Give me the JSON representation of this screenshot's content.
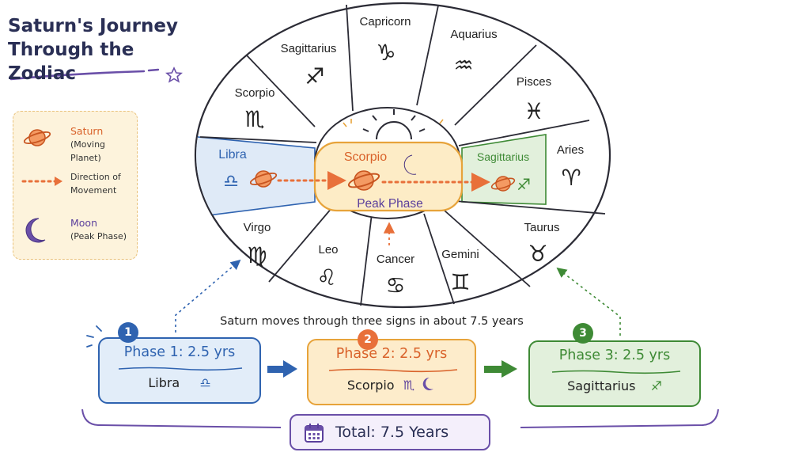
{
  "title": [
    "Saturn's Journey",
    "Through the Zodiac"
  ],
  "legend": {
    "saturn_name": "Saturn",
    "saturn_desc": "(Moving Planet)",
    "direction_line1": "Direction of",
    "direction_line2": "Movement",
    "moon_name": "Moon",
    "moon_desc": "(Peak Phase)"
  },
  "wheel": {
    "signs": [
      {
        "name": "Capricorn",
        "glyph": "♑"
      },
      {
        "name": "Aquarius",
        "glyph": "♒"
      },
      {
        "name": "Pisces",
        "glyph": "♓"
      },
      {
        "name": "Aries",
        "glyph": "♈"
      },
      {
        "name": "Taurus",
        "glyph": "♉"
      },
      {
        "name": "Gemini",
        "glyph": "♊"
      },
      {
        "name": "Cancer",
        "glyph": "♋"
      },
      {
        "name": "Leo",
        "glyph": "♌"
      },
      {
        "name": "Virgo",
        "glyph": "♍"
      },
      {
        "name": "Scorpio",
        "glyph": "♏"
      },
      {
        "name": "Sagittarius",
        "glyph": "♐"
      }
    ],
    "band": {
      "left_name": "Libra",
      "left_glyph": "♎",
      "center_name": "Scorpio",
      "center_caption": "Peak Phase",
      "right_name": "Sagittarius",
      "right_glyph": "♐"
    }
  },
  "colors": {
    "saturn": "#e8703a",
    "blue": "#2f63b0",
    "orange": "#e7a33a",
    "green": "#3e8a35",
    "purple": "#6a4fa8"
  },
  "note": "Saturn moves through three signs in about 7.5 years",
  "phases": [
    {
      "number": "1",
      "title": "Phase 1: 2.5 yrs",
      "sign": "Libra",
      "glyph": "♎"
    },
    {
      "number": "2",
      "title": "Phase 2: 2.5 yrs",
      "sign": "Scorpio",
      "glyph": "♏"
    },
    {
      "number": "3",
      "title": "Phase 3: 2.5 yrs",
      "sign": "Sagittarius",
      "glyph": "♐"
    }
  ],
  "total": "Total: 7.5 Years",
  "icons": [
    "saturn-icon",
    "moon-icon",
    "sun-icon",
    "star-icon",
    "calendar-icon",
    "arrow-right-icon"
  ]
}
